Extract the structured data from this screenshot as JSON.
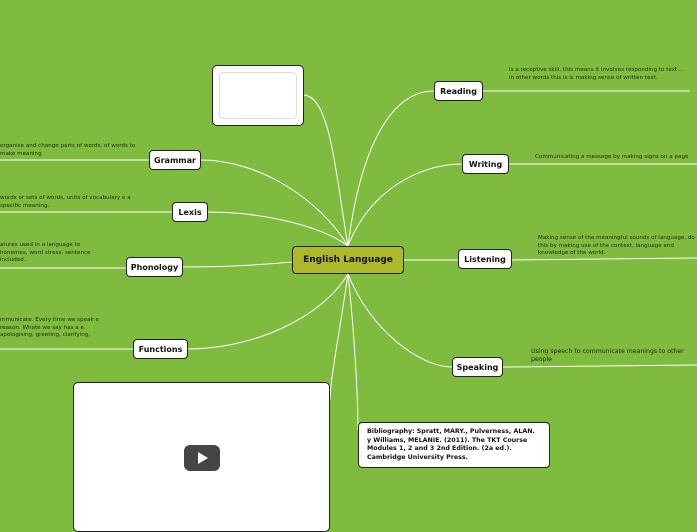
{
  "center": {
    "label": "English Language"
  },
  "topics": {
    "reading": {
      "label": "Reading",
      "note": "Is a receptive skill, this means it involves responding to text... in other words this is is making sense of written text."
    },
    "writing": {
      "label": "Writing",
      "note": "Communicating a message by making signs on a page"
    },
    "listening": {
      "label": "Listening",
      "note": "Making sense of the meaningful sounds of language, do this by making use of the context, language and knowledge of the world."
    },
    "speaking": {
      "label": "Speaking",
      "note": "Using speech to communicate meanings to other people"
    },
    "grammar": {
      "label": "Grammar",
      "note": "organise and change parts of words, of words to make meaning"
    },
    "lexis": {
      "label": "Lexis",
      "note": "words or sets of words, units of vocabulary e a specific meaning."
    },
    "phonology": {
      "label": "Phonology",
      "note": "atures used in a language to honemes, word stress, sentence included."
    },
    "functions": {
      "label": "Functions",
      "note": "mmunicate. Every time we speak e reason. Whate we say has a e. apologising, greeting, clarifying,"
    }
  },
  "bibliography": "Bibliography: Spratt, MARY., Pulverness, ALAN. y Williams, MELANIE. (2011). The TKT Course Modules 1, 2 and 3 2nd Edition. (2a ed.). Cambridge University Press.",
  "colors": {
    "background": "#7fbb3f",
    "center_fill": "#adb82a",
    "link": "#ffffff"
  },
  "icons": {
    "video": "play-icon"
  }
}
